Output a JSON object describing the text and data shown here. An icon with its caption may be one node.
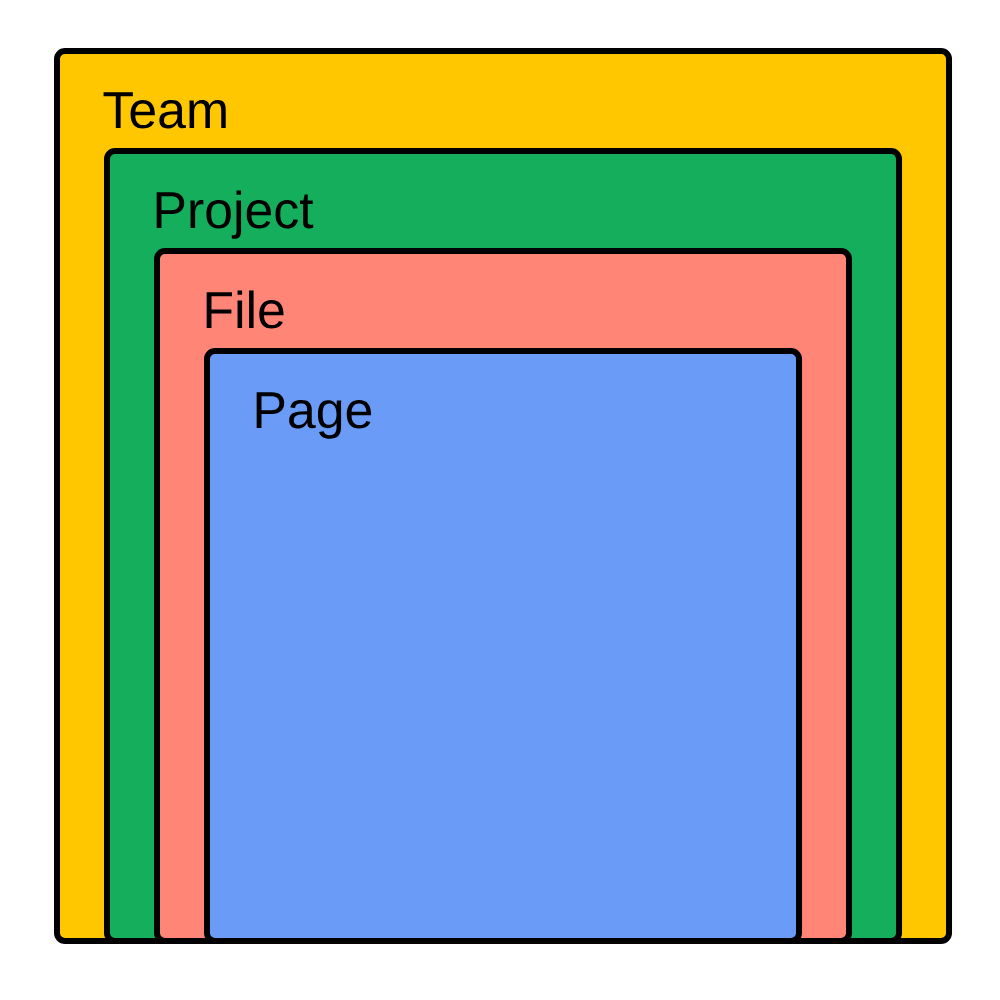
{
  "diagram": {
    "nodes": [
      {
        "text": [
          "Team"
        ]
      },
      {
        "text": [
          "Project"
        ],
        "in": 0
      },
      {
        "text": [
          "File"
        ],
        "in": 1
      },
      {
        "text": [
          "Page"
        ],
        "in": 2
      }
    ]
  }
}
